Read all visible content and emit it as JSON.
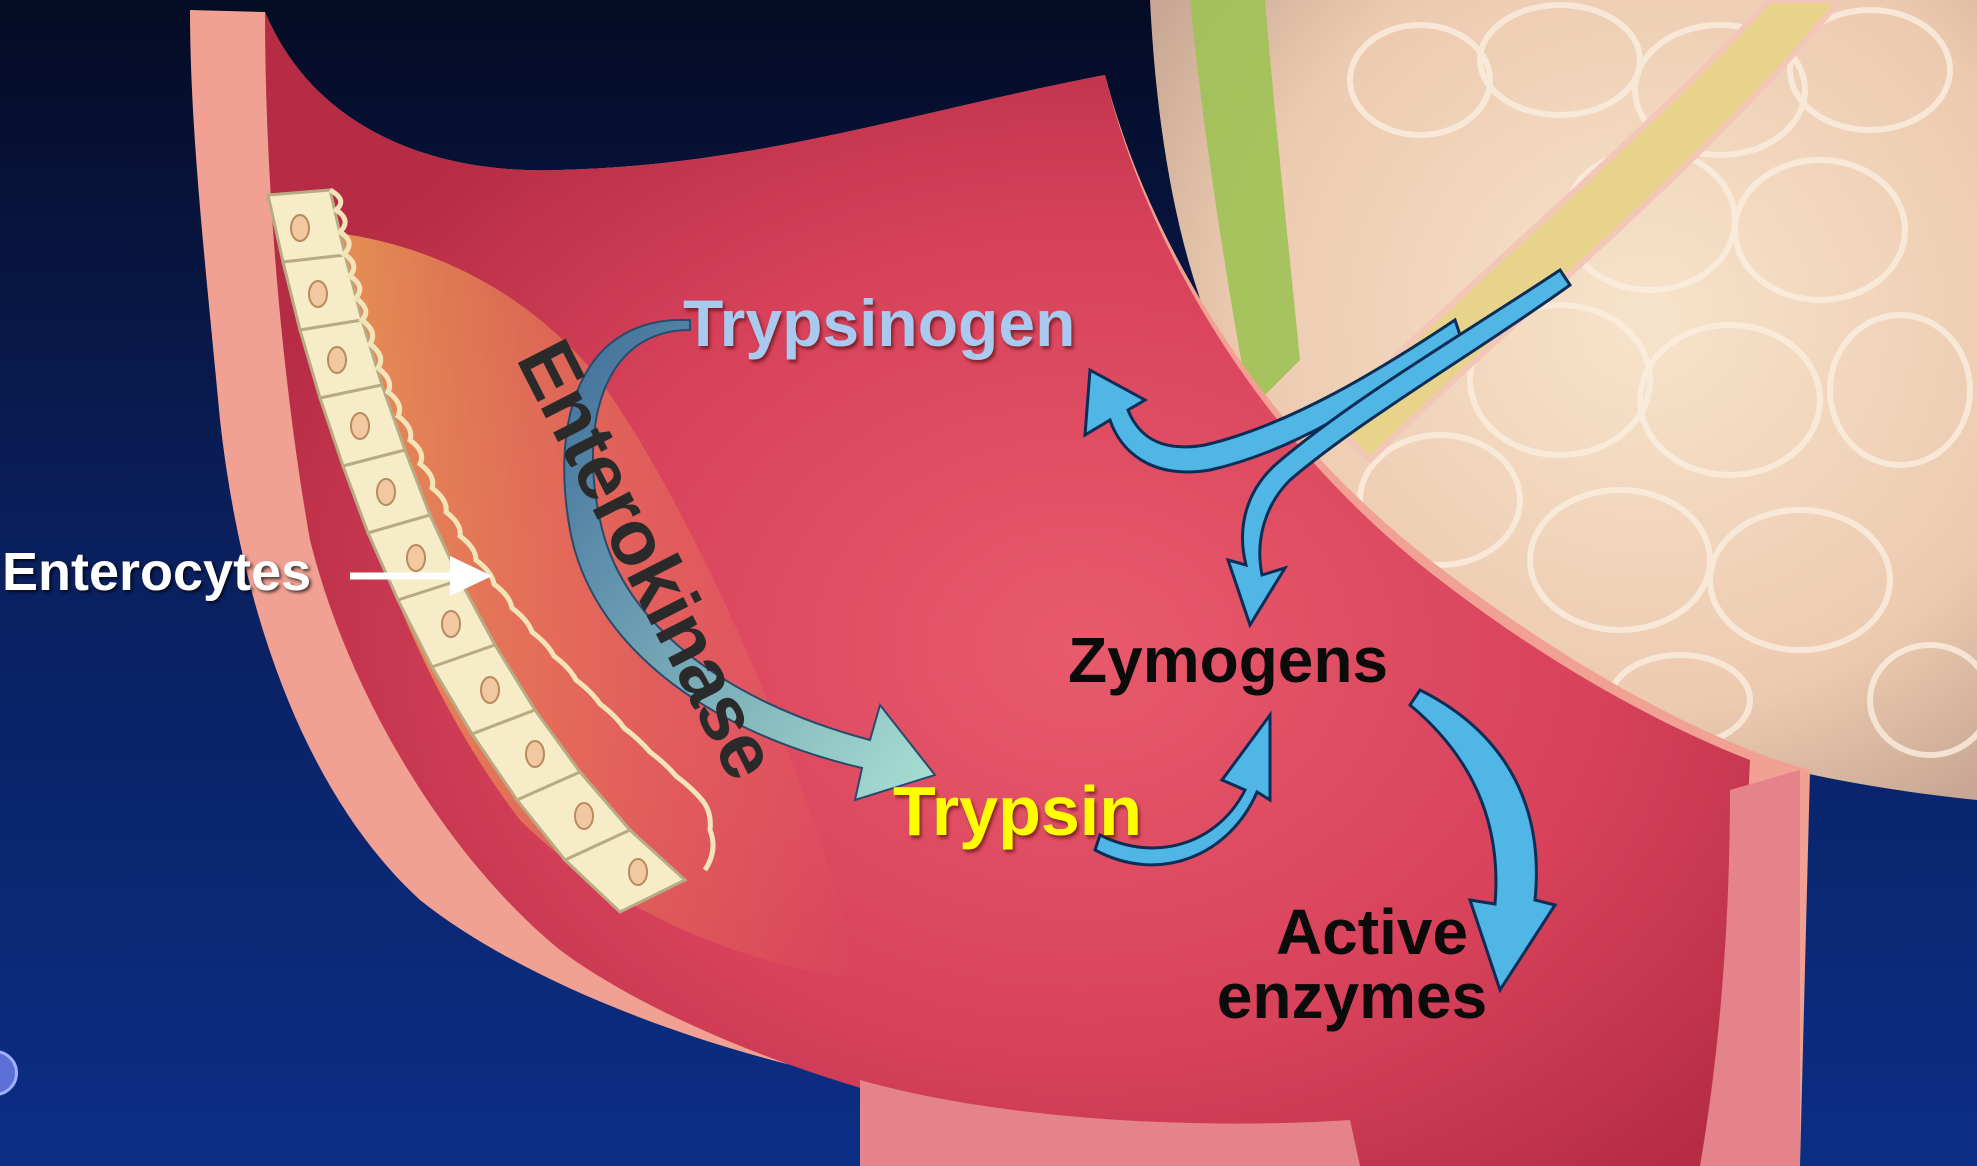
{
  "diagram": {
    "labels": {
      "enterocytes": "Enterocytes",
      "enterokinase": "Enterokinase",
      "trypsinogen": "Trypsinogen",
      "trypsin": "Trypsin",
      "zymogens": "Zymogens",
      "active_line1": "Active",
      "active_line2": "enzymes"
    },
    "colors": {
      "background_top": "#050b24",
      "background_bottom": "#0b2e85",
      "duodenum_wall": "#d7415a",
      "duodenum_rim": "#f19a8e",
      "pancreas": "#f2d8c0",
      "arrow_blue": "#4fb6e6",
      "trypsinogen_text": "#a9c9ee",
      "trypsin_text": "#ffff00"
    },
    "icons": {
      "enterocytes_pointer": "white-arrow-right-icon",
      "flow_arrows": "curved-blue-arrow-icon",
      "corner_logo": "logo-icon"
    }
  }
}
